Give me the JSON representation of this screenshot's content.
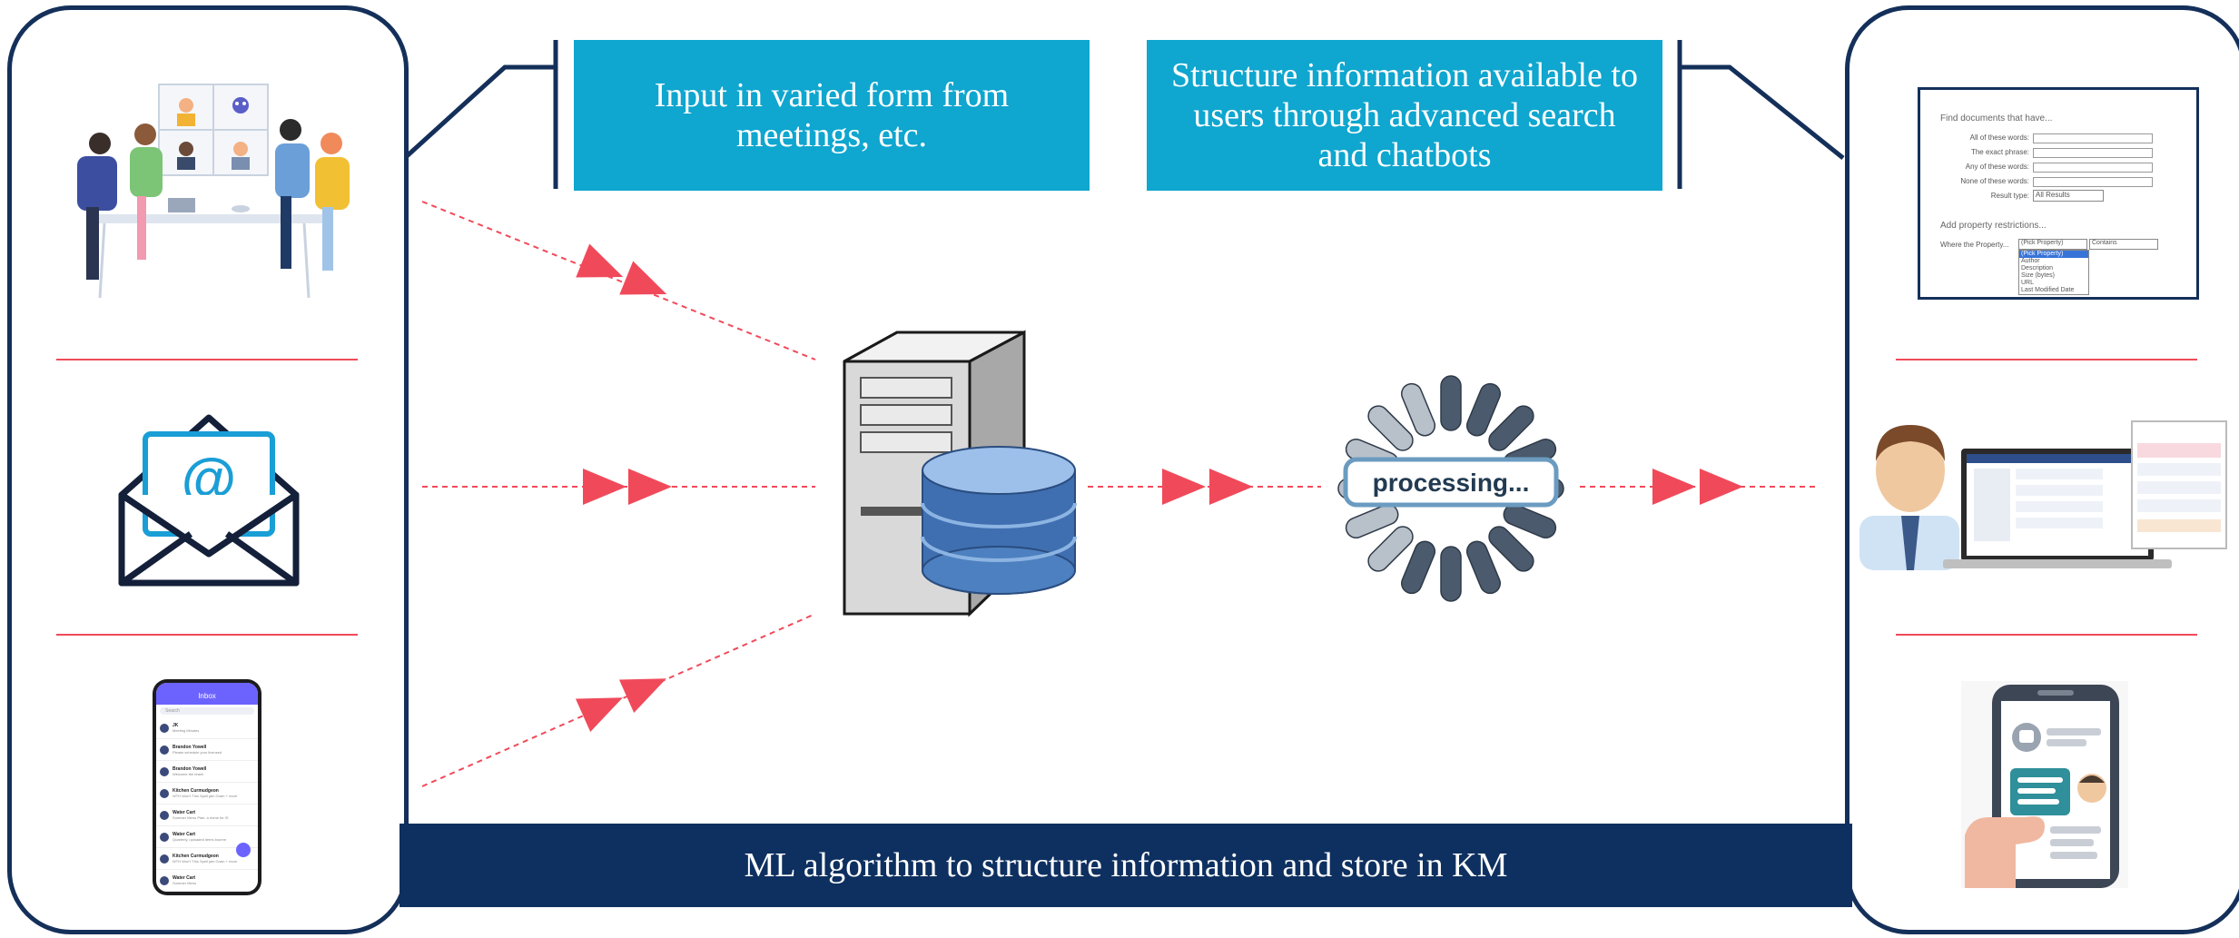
{
  "callouts": {
    "input": "Input in varied form from meetings, etc.",
    "output": "Structure information available to users through advanced search and chatbots"
  },
  "bottom_bar": "ML algorithm to structure information and store in KM",
  "processing_label": "processing...",
  "search_form": {
    "heading": "Find documents that have...",
    "fields": [
      "All of these words:",
      "The exact phrase:",
      "Any of these words:",
      "None of these words:"
    ],
    "result_type_label": "Result type:",
    "result_type_value": "All Results",
    "property_heading": "Add property restrictions...",
    "where_label": "Where the Property...",
    "property_select": "(Pick Property)",
    "contains_select": "Contains",
    "property_options": [
      "(Pick Property)",
      "Author",
      "Description",
      "Size (bytes)",
      "URL",
      "Last Modified Date"
    ]
  },
  "phone_chat": {
    "title": "Inbox",
    "search_placeholder": "Search",
    "items": [
      {
        "name": "JK",
        "preview": "Meeting Minutes"
      },
      {
        "name": "Brandon Yowell",
        "preview": "Please schedule your licensed"
      },
      {
        "name": "Brandon Yowell",
        "preview": "Welcome the team!"
      },
      {
        "name": "Kitchen Curmudgeon",
        "preview": "WTH Won't This Spell jam Gram + more"
      },
      {
        "name": "Water Cart",
        "preview": "Summer Menu Plan: a home for IS"
      },
      {
        "name": "Water Cart",
        "preview": "Quarterly, uploaded items bourne"
      },
      {
        "name": "Kitchen Curmudgeon",
        "preview": "WTH Won't This Spell jam Gram + more"
      },
      {
        "name": "Water Cart",
        "preview": "Summer Menu"
      }
    ]
  },
  "colors": {
    "navy": "#14305a",
    "callout": "#0fa6cf",
    "arrow": "#f04a5a",
    "bar": "#0e3060"
  },
  "icons": [
    "meeting-illustration",
    "email-envelope-icon",
    "phone-chat-app",
    "server-icon",
    "database-icon",
    "processing-spinner-icon",
    "search-form-screenshot",
    "user-laptop-illustration",
    "chatbot-phone-illustration"
  ]
}
